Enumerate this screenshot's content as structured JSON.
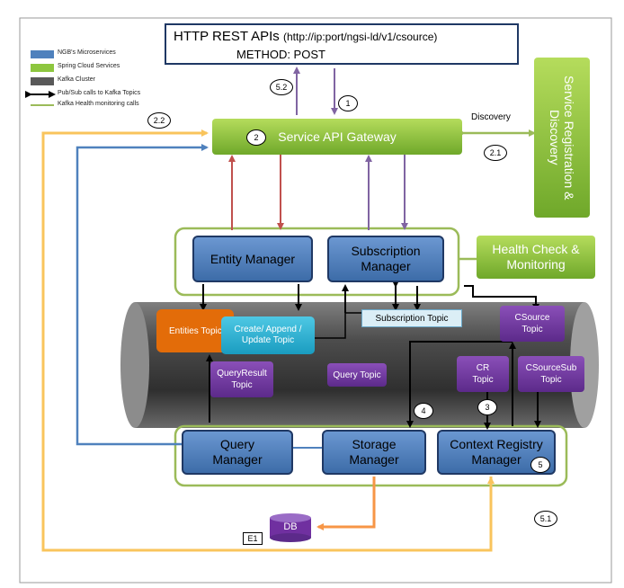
{
  "header": {
    "title_main": "HTTP REST APIs",
    "title_url": "(http://ip:port/ngsi-ld/v1/csource)",
    "method": "METHOD: POST"
  },
  "legend": [
    {
      "label": "NGB's Microservices",
      "color": "#4f81bd"
    },
    {
      "label": "Spring Cloud Services",
      "color": "#8dc63f"
    },
    {
      "label": "Kafka Cluster",
      "color": "#595959"
    },
    {
      "label": "Pub/Sub calls to Kafka Topics",
      "icon": "double-arrow-icon"
    },
    {
      "label": "Kafka Health monitoring calls",
      "color": "#9bbb59"
    }
  ],
  "components": {
    "gateway": "Service API Gateway",
    "registry": "Service Registration & Discovery",
    "health": "Health Check & Monitoring",
    "entity_manager": "Entity Manager",
    "subscription_manager": "Subscription Manager",
    "query_manager": "Query Manager",
    "storage_manager": "Storage Manager",
    "context_registry_manager": "Context Registry Manager",
    "db": "DB",
    "db_tag": "E1"
  },
  "topics": {
    "entities": "Entities Topic",
    "create_append": "Create/ Append / Update Topic",
    "subscription": "Subscription Topic",
    "csource": "CSource Topic",
    "query_result": "QueryResult Topic",
    "query": "Query Topic",
    "cr": "CR Topic",
    "csource_sub": "CSourceSub Topic"
  },
  "labels": {
    "discovery": "Discovery"
  },
  "steps": {
    "s1": "1",
    "s2": "2",
    "s21": "2.1",
    "s22": "2.2",
    "s3": "3",
    "s4": "4",
    "s5": "5",
    "s51": "5.1",
    "s52": "5.2"
  },
  "colors": {
    "blue": "#4f81bd",
    "green": "#8dc63f",
    "kafka": "#595959",
    "purple": "#7030a0",
    "orange": "#e36c09",
    "cyan": "#1fb6d6",
    "red_arrow": "#c0504d",
    "lilac_arrow": "#8064a2",
    "yellow_arrow": "#f9c45c",
    "blue_arrow": "#4f81bd",
    "green_line": "#9bbb59"
  }
}
